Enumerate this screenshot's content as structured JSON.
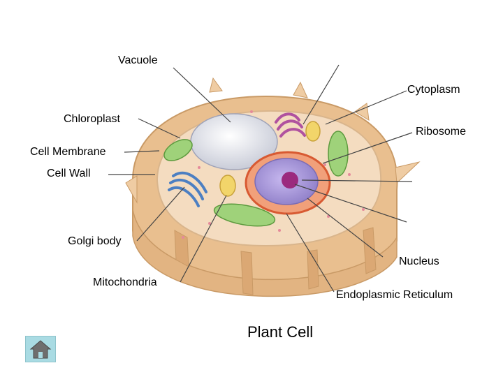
{
  "title": "Plant Cell",
  "labels": {
    "vacuole": "Vacuole",
    "cytoplasm": "Cytoplasm",
    "chloroplast": "Chloroplast",
    "ribosome": "Ribosome",
    "cell_membrane": "Cell Membrane",
    "cell_wall": "Cell Wall",
    "golgi_body": "Golgi body",
    "nucleus": "Nucleus",
    "mitochondria": "Mitochondria",
    "endoplasmic_reticulum": "Endoplasmic Reticulum"
  },
  "nav": {
    "home_icon": "home-icon"
  },
  "colors": {
    "cell_wall": "#ecc394",
    "cytoplasm": "#f4dcc0",
    "vacuole": "#e6e8f0",
    "nucleus": "#a99ad8",
    "nucleolus": "#9b2a7e",
    "chloroplast": "#9fd27a",
    "mitochondria": "#f2d56a",
    "golgi": "#c264b8",
    "er": "#e0663a",
    "home_button": "#a9dbe3"
  }
}
